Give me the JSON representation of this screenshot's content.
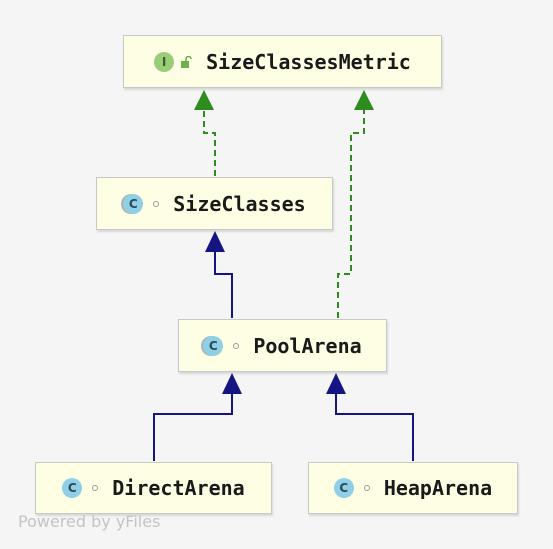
{
  "diagram": {
    "nodes": [
      {
        "id": "sizeclassesmetric",
        "label": "SizeClassesMetric",
        "kind": "interface",
        "badge": "I",
        "badge_icon": "interface-icon",
        "modifier_icon": "unlocked-icon"
      },
      {
        "id": "sizeclasses",
        "label": "SizeClasses",
        "kind": "abstract-class",
        "badge": "C",
        "badge_icon": "abstract-class-icon",
        "modifier_icon": "package-private-icon"
      },
      {
        "id": "poolarena",
        "label": "PoolArena",
        "kind": "abstract-class",
        "badge": "C",
        "badge_icon": "abstract-class-icon",
        "modifier_icon": "package-private-icon"
      },
      {
        "id": "directarena",
        "label": "DirectArena",
        "kind": "class",
        "badge": "C",
        "badge_icon": "class-icon",
        "modifier_icon": "package-private-icon"
      },
      {
        "id": "heaparena",
        "label": "HeapArena",
        "kind": "class",
        "badge": "C",
        "badge_icon": "class-icon",
        "modifier_icon": "package-private-icon"
      }
    ],
    "edges": [
      {
        "from": "sizeclasses",
        "to": "sizeclassesmetric",
        "type": "implements"
      },
      {
        "from": "poolarena",
        "to": "sizeclassesmetric",
        "type": "implements"
      },
      {
        "from": "poolarena",
        "to": "sizeclasses",
        "type": "extends"
      },
      {
        "from": "directarena",
        "to": "poolarena",
        "type": "extends"
      },
      {
        "from": "heaparena",
        "to": "poolarena",
        "type": "extends"
      }
    ],
    "colors": {
      "implements": "#2e8b1e",
      "extends": "#141483",
      "node_fill": "#fefee4",
      "node_border": "#c8c8c8"
    }
  },
  "watermark": "Powered by yFiles"
}
